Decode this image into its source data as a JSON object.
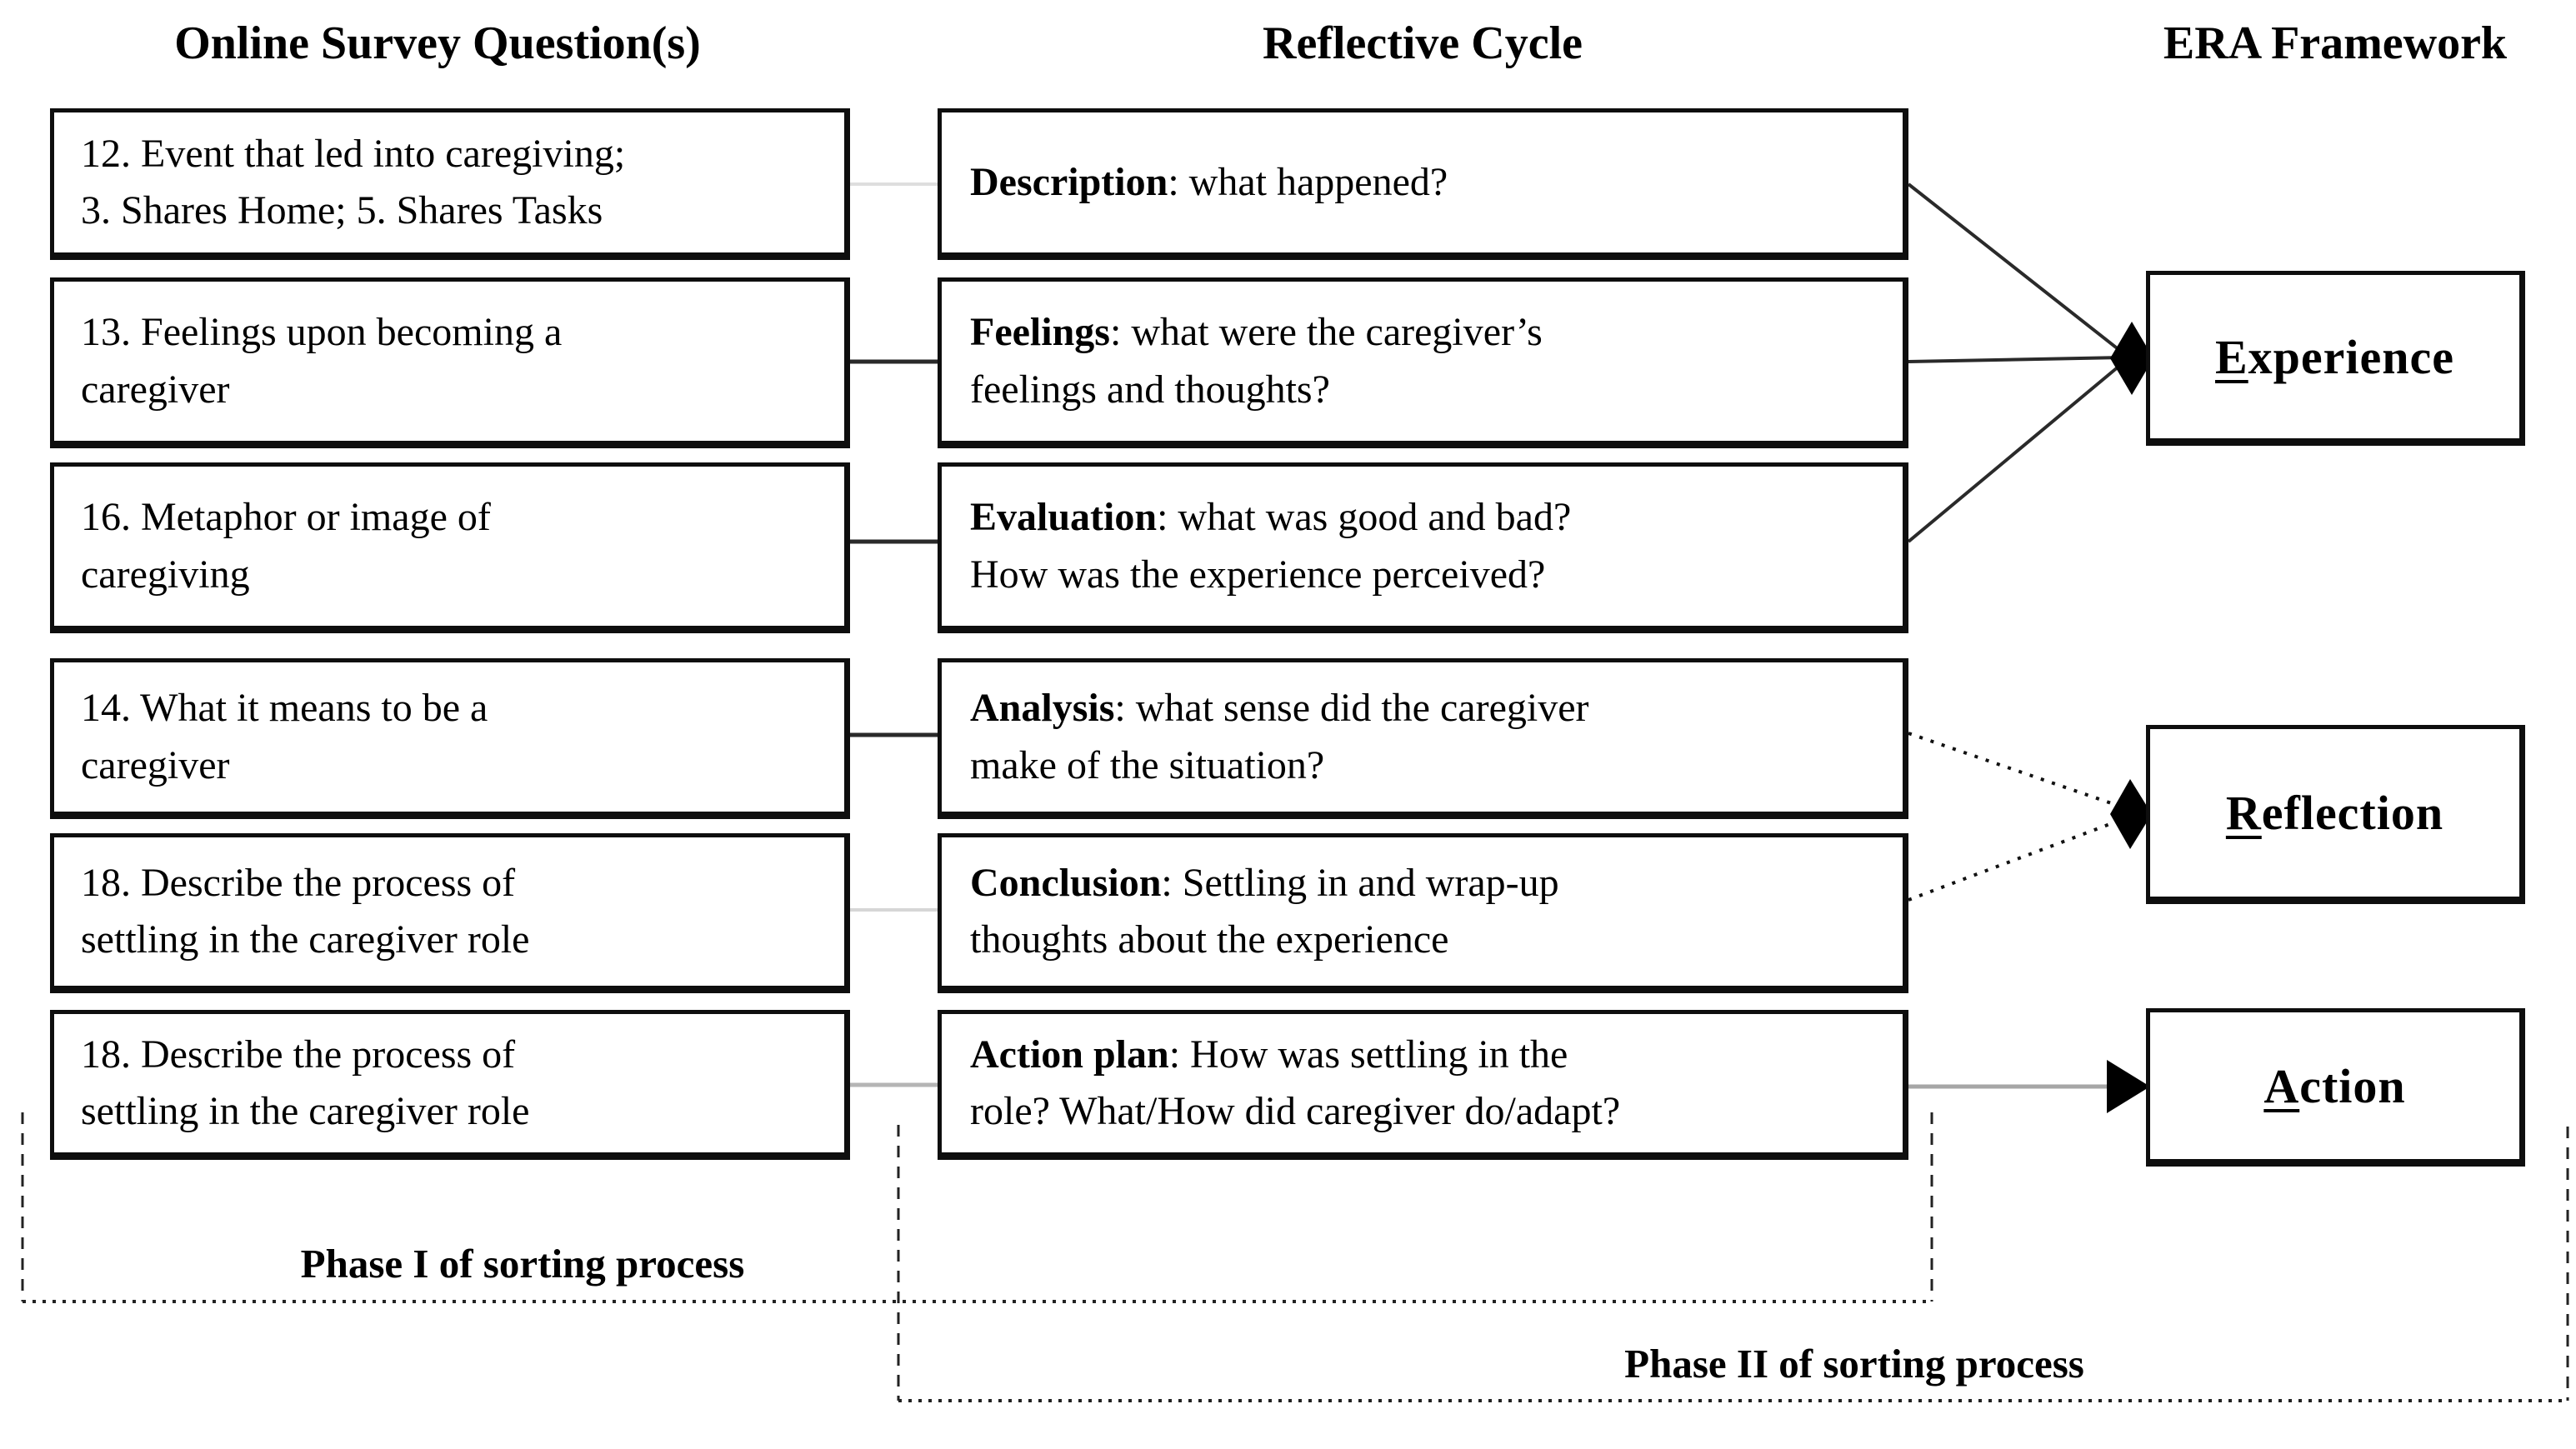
{
  "headers": {
    "survey": "Online Survey Question(s)",
    "cycle": "Reflective Cycle",
    "era": "ERA Framework"
  },
  "survey_questions": [
    {
      "label": "12. Event that led into caregiving;\n3. Shares Home; 5. Shares Tasks"
    },
    {
      "label": "13. Feelings upon becoming a\ncaregiver"
    },
    {
      "label": "16. Metaphor or image of\ncaregiving"
    },
    {
      "label": "14. What it means to be a\ncaregiver"
    },
    {
      "label": "18. Describe the process of\nsettling in the caregiver role"
    },
    {
      "label": "18. Describe the process of\nsettling in the caregiver role"
    }
  ],
  "reflective_cycle": [
    {
      "term": "Description",
      "desc": ": what happened?"
    },
    {
      "term": "Feelings",
      "desc": ": what were the caregiver’s\nfeelings and thoughts?"
    },
    {
      "term": "Evaluation",
      "desc": ": what was good and bad?\nHow was the experience perceived?"
    },
    {
      "term": "Analysis",
      "desc": ": what sense did the caregiver\nmake of the situation?"
    },
    {
      "term": "Conclusion",
      "desc": ": Settling in and wrap-up\nthoughts about the experience"
    },
    {
      "term": "Action plan",
      "desc": ": How was settling in the\nrole? What/How did caregiver do/adapt?"
    }
  ],
  "era_framework": [
    {
      "initial": "E",
      "rest": "xperience"
    },
    {
      "initial": "R",
      "rest": "eflection"
    },
    {
      "initial": "A",
      "rest": "ction"
    }
  ],
  "phases": [
    {
      "label": "Phase I of sorting process"
    },
    {
      "label": "Phase II of sorting process"
    }
  ],
  "colors": {
    "box_border": "#0e0e0e",
    "line_black": "#2a2a2a",
    "line_light_gray": "#dedede",
    "line_gray": "#aaaaaa",
    "arrow_fill": "#000000"
  }
}
